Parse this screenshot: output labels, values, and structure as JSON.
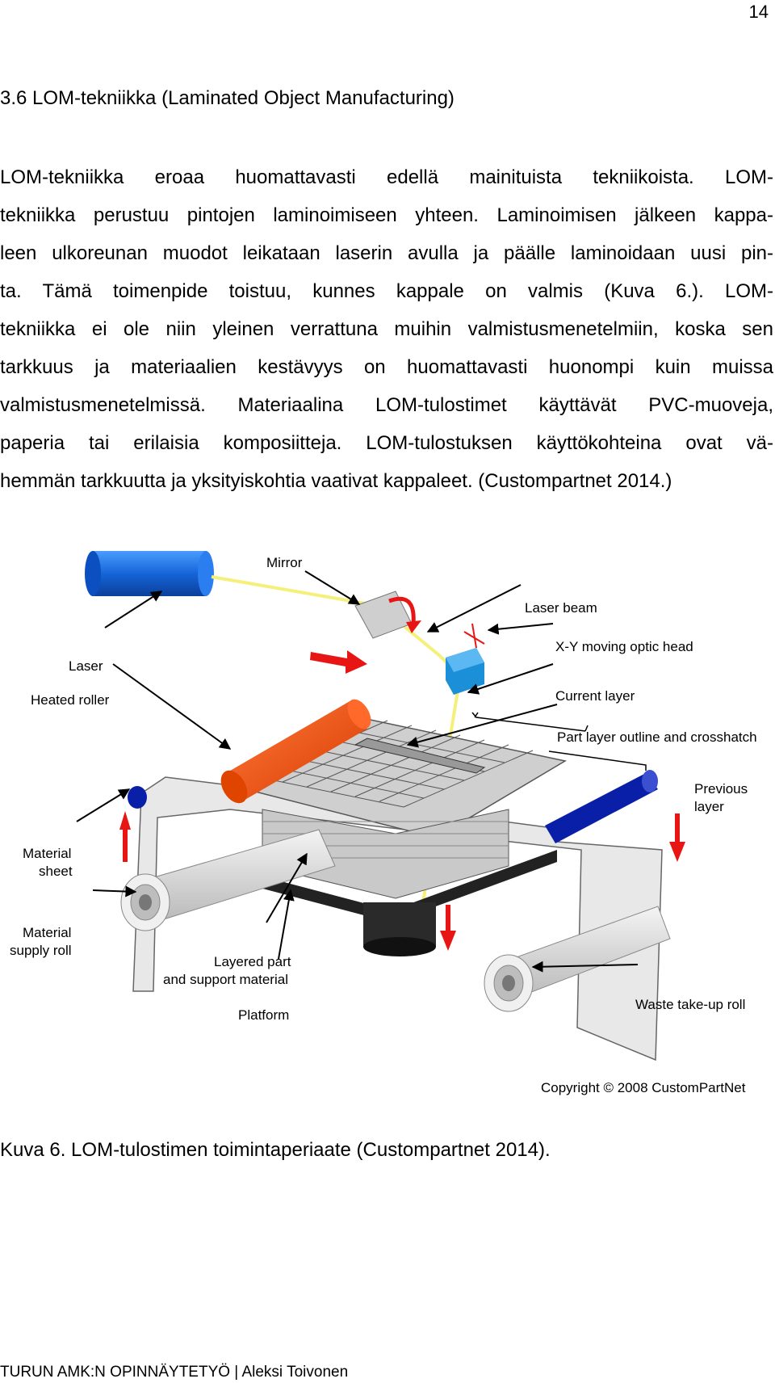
{
  "page_number": "14",
  "heading": "3.6 LOM-tekniikka (Laminated Object Manufacturing)",
  "paragraph_lines": [
    "LOM-tekniikka eroaa huomattavasti edellä mainituista tekniikoista. LOM-",
    "tekniikka perustuu pintojen laminoimiseen yhteen. Laminoimisen jälkeen kappa-",
    "leen ulkoreunan muodot leikataan laserin avulla ja päälle laminoidaan uusi pin-",
    "ta. Tämä toimenpide toistuu, kunnes kappale on valmis (Kuva 6.). LOM-",
    "tekniikka ei ole niin yleinen verrattuna muihin valmistusmenetelmiin, koska sen",
    "tarkkuus ja materiaalien kestävyys on huomattavasti huonompi kuin muissa",
    "valmistusmenetelmissä. Materiaalina LOM-tulostimet käyttävät PVC-muoveja,",
    "paperia tai erilaisia komposiitteja. LOM-tulostuksen käyttökohteina ovat vä-",
    "hemmän tarkkuutta ja yksityiskohtia vaativat kappaleet. (Custompartnet 2014.)"
  ],
  "figure": {
    "labels": {
      "mirror": "Mirror",
      "laser_beam": "Laser beam",
      "xy_head": "X-Y moving optic head",
      "laser": "Laser",
      "current_layer": "Current layer",
      "heated_roller": "Heated roller",
      "part_outline": "Part layer outline and crosshatch",
      "previous_layer_1": "Previous",
      "previous_layer_2": "layer",
      "material_sheet_1": "Material",
      "material_sheet_2": "sheet",
      "supply_roll_1": "Material",
      "supply_roll_2": "supply roll",
      "layered_part_1": "Layered part",
      "layered_part_2": "and support material",
      "platform": "Platform",
      "waste_roll": "Waste take-up roll",
      "copyright": "Copyright © 2008 CustomPartNet"
    },
    "colors": {
      "laser": "#1a6fe0",
      "roller": "#ff4d00",
      "beam": "#f5f07a",
      "arrow": "#e81515",
      "optic_head": "#1b8fd8",
      "blue_roll": "#0a1fa8"
    }
  },
  "caption": "Kuva 6. LOM-tulostimen toimintaperiaate (Custompartnet 2014).",
  "footer": "TURUN AMK:N OPINNÄYTETYÖ | Aleksi Toivonen"
}
